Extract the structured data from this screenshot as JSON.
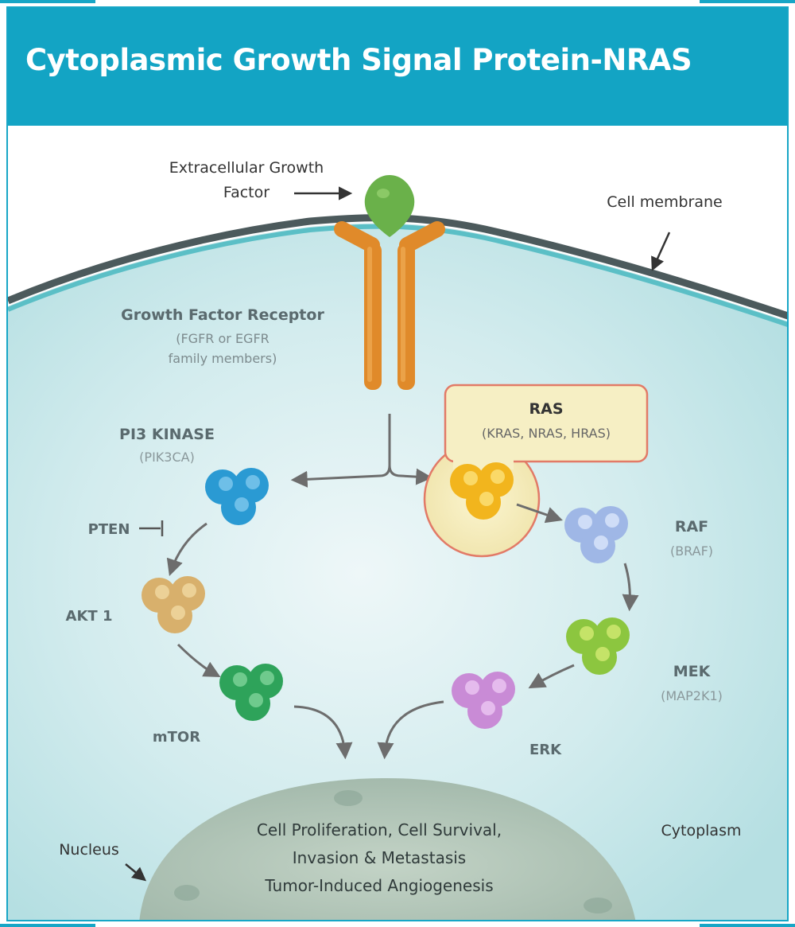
{
  "title": "Cytoplasmic Growth Signal Protein-NRAS",
  "labels": {
    "extracellular_line1": "Extracellular Growth",
    "extracellular_line2": "Factor",
    "cell_membrane": "Cell membrane",
    "receptor_title": "Growth Factor Receptor",
    "receptor_sub1": "(FGFR or EGFR",
    "receptor_sub2": "family members)",
    "pi3k_title": "PI3 KINASE",
    "pi3k_sub": "(PIK3CA)",
    "ras_title": "RAS",
    "ras_sub": "(KRAS, NRAS, HRAS)",
    "pten": "PTEN",
    "raf_title": "RAF",
    "raf_sub": "(BRAF)",
    "akt": "AKT 1",
    "mek_title": "MEK",
    "mek_sub": "(MAP2K1)",
    "mtor": "mTOR",
    "erk": "ERK",
    "nucleus": "Nucleus",
    "cytoplasm": "Cytoplasm",
    "outcome_line1": "Cell Proliferation, Cell Survival,",
    "outcome_line2": "Invasion & Metastasis",
    "outcome_line3": "Tumor-Induced Angiogenesis"
  },
  "colors": {
    "header": "#13a4c4",
    "membrane": "#4c5a5c",
    "membrane_inner": "#5bbfc6",
    "cytoplasm": "#c8e8ea",
    "receptor": "#e08a2a",
    "growth_factor": "#6ab14a",
    "ras_box": "#f6efc4",
    "ras_border": "#e27a67",
    "pi3k": "#2a9ad3",
    "ras": "#f2b51d",
    "raf": "#9fb7e6",
    "akt": "#d8b06c",
    "mek": "#8cc63f",
    "mtor": "#2ea35a",
    "erk": "#c98bd6",
    "nucleus": "#a3bfb0",
    "arrow": "#6d6d6d"
  },
  "icons": [
    "growth-factor-icon",
    "receptor-icon",
    "protein-cluster-icon",
    "arrow-icon",
    "inhibition-icon"
  ]
}
